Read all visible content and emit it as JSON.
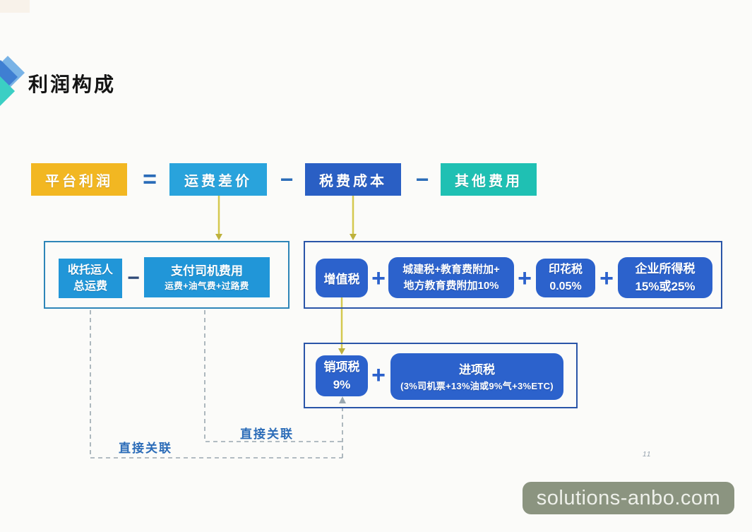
{
  "page": {
    "title": "利润构成",
    "page_number": "11",
    "watermark": "solutions-anbo.com"
  },
  "colors": {
    "amber": "#f2b722",
    "sky_blue": "#29a3dc",
    "royal_blue": "#2a5fc4",
    "teal": "#1fc0b3",
    "freight_box_blue": "#2196d8",
    "tax_box_blue": "#2c62cc",
    "frame_dark_blue": "#2a55a8",
    "frame_light_blue": "#2e86b8",
    "connector_yellow": "#d4c94f",
    "connector_gray": "#9aa8b0",
    "link_label_blue": "#2b6cb8",
    "watermark_bg": "#8b9480"
  },
  "formula": {
    "terms": [
      {
        "label": "平台利润"
      },
      {
        "label": "运费差价"
      },
      {
        "label": "税费成本"
      },
      {
        "label": "其他费用"
      }
    ],
    "operators": [
      "=",
      "−",
      "−"
    ]
  },
  "freight_group": {
    "box1": {
      "line1": "收托运人",
      "line2": "总运费"
    },
    "operator": "−",
    "box2": {
      "title": "支付司机费用",
      "subtitle": "运费+油气费+过路费"
    }
  },
  "tax_group": {
    "operator": "+",
    "items": [
      {
        "line1": "增值税",
        "line2": ""
      },
      {
        "line1": "城建税+教育费附加+",
        "line2": "地方教育费附加10%"
      },
      {
        "line1": "印花税",
        "line2": "0.05%"
      },
      {
        "line1": "企业所得税",
        "line2": "15%或25%"
      }
    ]
  },
  "vat_group": {
    "box1": {
      "line1": "销项税",
      "line2": "9%"
    },
    "operator": "+",
    "box2": {
      "title": "进项税",
      "subtitle": "(3%司机票+13%油或9%气+3%ETC)"
    }
  },
  "connections": {
    "upper_label": "直接关联",
    "lower_label": "直接关联"
  }
}
